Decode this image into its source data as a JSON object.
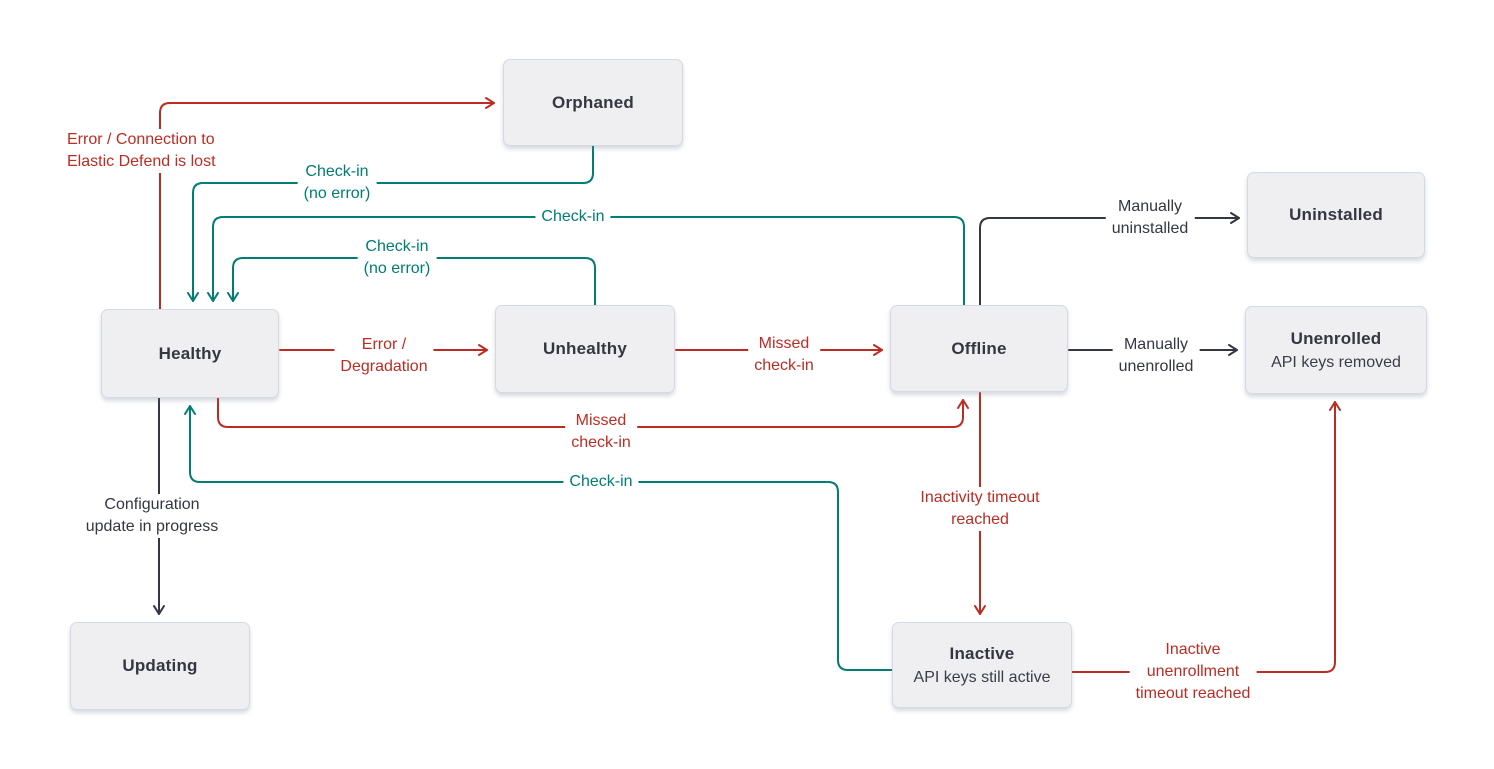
{
  "diagram": "agent-status-state-diagram",
  "colors": {
    "error": "#bd2c23",
    "success": "#017d73",
    "neutral": "#343741",
    "node_fill": "#efeff1",
    "node_border": "#d3dae6"
  },
  "nodes": {
    "orphaned": {
      "title": "Orphaned"
    },
    "uninstalled": {
      "title": "Uninstalled"
    },
    "healthy": {
      "title": "Healthy"
    },
    "unhealthy": {
      "title": "Unhealthy"
    },
    "offline": {
      "title": "Offline"
    },
    "unenrolled": {
      "title": "Unenrolled",
      "subtitle": "API keys removed"
    },
    "updating": {
      "title": "Updating"
    },
    "inactive": {
      "title": "Inactive",
      "subtitle": "API keys still active"
    }
  },
  "edge_labels": {
    "error_connection": {
      "line1": "Error / Connection to",
      "line2": "Elastic Defend is lost"
    },
    "checkin_no_error_orphaned": {
      "line1": "Check-in",
      "line2": "(no error)"
    },
    "checkin_offline": {
      "line1": "Check-in"
    },
    "checkin_no_error_unhealthy": {
      "line1": "Check-in",
      "line2": "(no error)"
    },
    "error_degradation": {
      "line1": "Error /",
      "line2": "Degradation"
    },
    "missed_checkin_unhealthy": {
      "line1": "Missed",
      "line2": "check-in"
    },
    "manually_uninstalled": {
      "line1": "Manually",
      "line2": "uninstalled"
    },
    "manually_unenrolled": {
      "line1": "Manually",
      "line2": "unenrolled"
    },
    "missed_checkin_healthy": {
      "line1": "Missed",
      "line2": "check-in"
    },
    "checkin_inactive": {
      "line1": "Check-in"
    },
    "configuration_update": {
      "line1": "Configuration",
      "line2": "update in progress"
    },
    "inactivity_timeout": {
      "line1": "Inactivity timeout",
      "line2": "reached"
    },
    "inactive_unenrollment": {
      "line1": "Inactive",
      "line2": "unenrollment",
      "line3": "timeout reached"
    }
  }
}
